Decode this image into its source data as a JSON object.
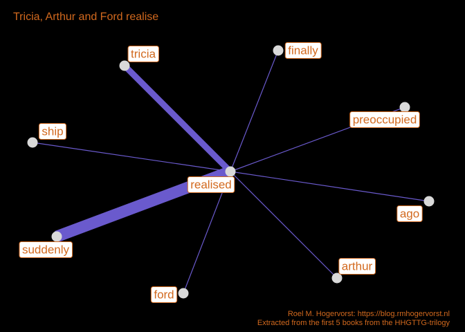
{
  "title": "Tricia, Arthur and Ford realise",
  "caption": {
    "line1": "Roel M. Hogervorst: https://blog.rmhogervorst.nl",
    "line2": "Extracted from the first 5 books from the HHGTTG-trilogy"
  },
  "colors": {
    "background": "#000000",
    "accent": "#d2691e",
    "edge": "#6a5acd",
    "node": "#d9d9d9",
    "label_bg": "#ffffff"
  },
  "graph": {
    "center": "realised",
    "nodes": [
      "realised",
      "tricia",
      "finally",
      "preoccupied",
      "ship",
      "ago",
      "suddenly",
      "arthur",
      "ford"
    ],
    "edges": [
      {
        "from": "realised",
        "to": "tricia",
        "weight": 4
      },
      {
        "from": "realised",
        "to": "finally",
        "weight": 1
      },
      {
        "from": "realised",
        "to": "preoccupied",
        "weight": 1
      },
      {
        "from": "realised",
        "to": "ship",
        "weight": 1
      },
      {
        "from": "realised",
        "to": "ago",
        "weight": 1
      },
      {
        "from": "realised",
        "to": "suddenly",
        "weight": 7
      },
      {
        "from": "realised",
        "to": "arthur",
        "weight": 1
      },
      {
        "from": "realised",
        "to": "ford",
        "weight": 1
      }
    ]
  }
}
